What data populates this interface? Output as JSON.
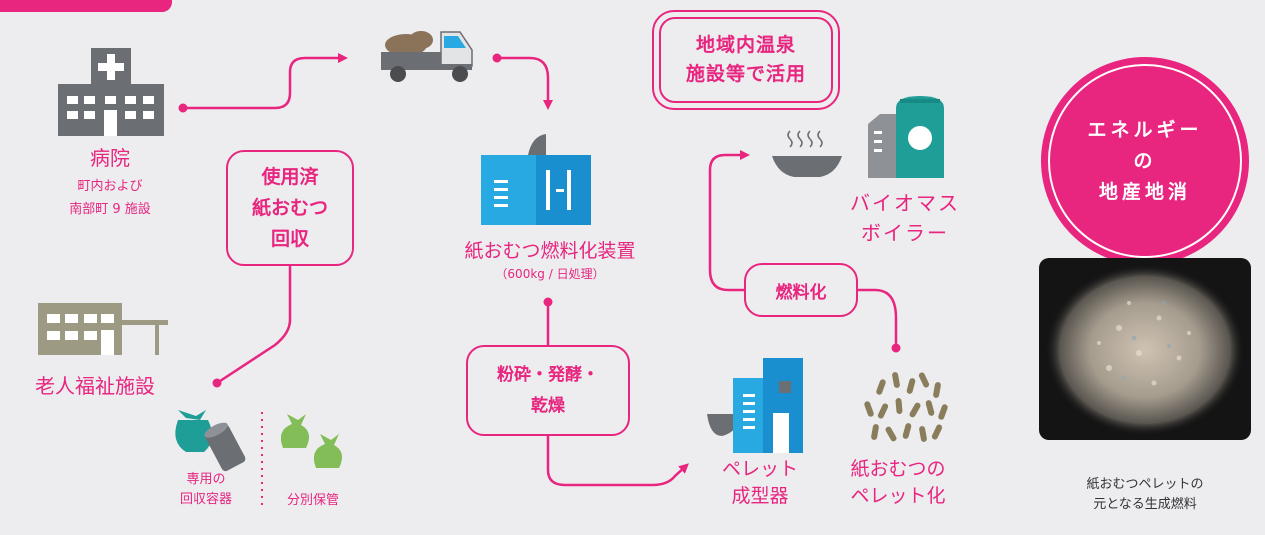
{
  "hospital": {
    "name": "病院",
    "sub1": "町内および",
    "sub2": "南部町 9 施設"
  },
  "elderly": {
    "name": "老人福祉施設"
  },
  "collect_box": {
    "line1": "使用済",
    "line2": "紙おむつ",
    "line3": "回収"
  },
  "container": {
    "label1": "専用の",
    "label2": "回収容器",
    "label3": "分別保管"
  },
  "device": {
    "name": "紙おむつ燃料化装置",
    "spec": "（600kg / 日処理）"
  },
  "process_box": {
    "line1": "粉砕・発酵・",
    "line2": "乾燥"
  },
  "pellet_machine": {
    "line1": "ペレット",
    "line2": "成型器"
  },
  "pellet": {
    "line1": "紙おむつの",
    "line2": "ペレット化"
  },
  "fuel_box": {
    "label": "燃料化"
  },
  "onsen_box": {
    "line1": "地域内温泉",
    "line2": "施設等で活用"
  },
  "boiler": {
    "line1": "バイオマス",
    "line2": "ボイラー"
  },
  "energy_circle": {
    "line1": "エネルギー",
    "line2": "の",
    "line3": "地産地消"
  },
  "photo": {
    "caption1": "紙おむつペレットの",
    "caption2": "元となる生成燃料"
  },
  "colors": {
    "accent": "#e8257f",
    "teal": "#1f9e97",
    "blue": "#29a9e1",
    "gray": "#6b6e72",
    "olive": "#9c9a82",
    "green": "#82bd57"
  }
}
